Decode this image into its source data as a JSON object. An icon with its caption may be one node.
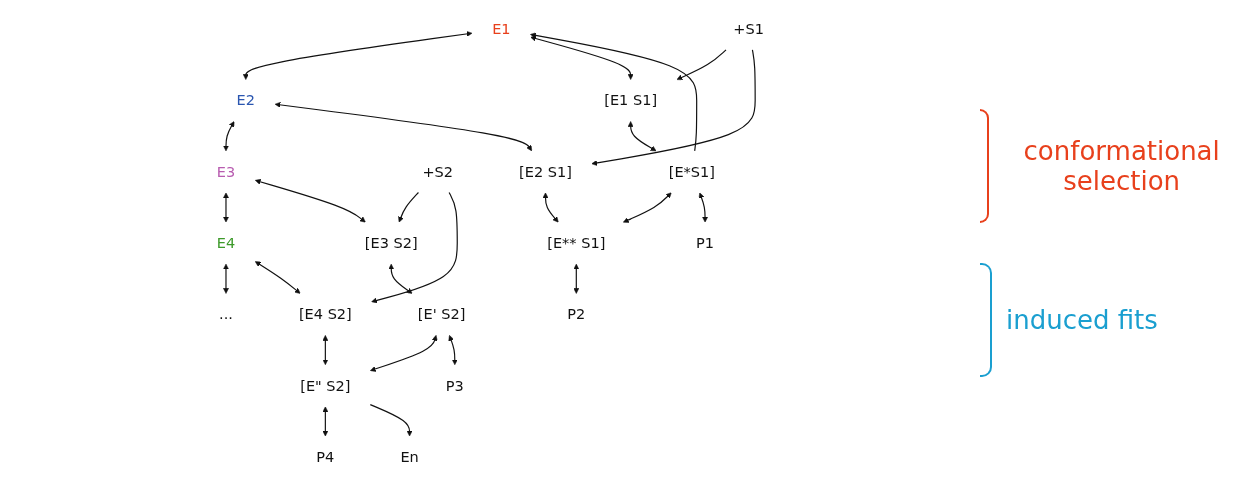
{
  "diagram": {
    "nodes": [
      {
        "text": [
          "E1"
        ]
      },
      {
        "text": [
          "E2"
        ]
      },
      {
        "text": [
          "E3"
        ]
      },
      {
        "text": [
          "E4"
        ]
      },
      {
        "text": [
          "..."
        ]
      },
      {
        "text": [
          "En"
        ]
      },
      {
        "text": [
          "+S1"
        ]
      },
      {
        "text": [
          "+S2"
        ]
      },
      {
        "text": [
          "[E1 S1]"
        ]
      },
      {
        "text": [
          "[E2 S1]"
        ]
      },
      {
        "text": [
          "[E3 S2]"
        ]
      },
      {
        "text": [
          "[E4 S2]"
        ]
      },
      {
        "text": [
          "[E*S1]"
        ]
      },
      {
        "text": [
          "[E** S1]"
        ]
      },
      {
        "text": [
          "[E' S2]"
        ]
      },
      {
        "text": [
          "[E\" S2]"
        ]
      },
      {
        "text": [
          "P1"
        ]
      },
      {
        "text": [
          "P2"
        ]
      },
      {
        "text": [
          "P3"
        ]
      },
      {
        "text": [
          "P4"
        ]
      }
    ],
    "edges": [
      {
        "from": 0,
        "to": 1,
        "arrow": "both"
      },
      {
        "from": 1,
        "to": 2,
        "arrow": "both"
      },
      {
        "from": 2,
        "to": 3,
        "arrow": "both"
      },
      {
        "from": 3,
        "to": 4,
        "arrow": "both"
      },
      {
        "from": 0,
        "to": 8,
        "arrow": "both"
      },
      {
        "from": 1,
        "to": 9,
        "arrow": "both"
      },
      {
        "from": 2,
        "to": 10,
        "arrow": "both"
      },
      {
        "from": 3,
        "to": 11,
        "arrow": "both"
      },
      {
        "from": 6,
        "to": 8,
        "arrow": "to"
      },
      {
        "from": 6,
        "to": 9,
        "arrow": "to"
      },
      {
        "from": 7,
        "to": 10,
        "arrow": "to"
      },
      {
        "from": 7,
        "to": 11,
        "arrow": "to"
      },
      {
        "from": 8,
        "to": 12,
        "arrow": "both"
      },
      {
        "from": 9,
        "to": 13,
        "arrow": "both"
      },
      {
        "from": 10,
        "to": 14,
        "arrow": "both"
      },
      {
        "from": 11,
        "to": 15,
        "arrow": "both"
      },
      {
        "from": 12,
        "to": 13,
        "arrow": "both"
      },
      {
        "from": 14,
        "to": 15,
        "arrow": "both"
      },
      {
        "from": 12,
        "to": 16,
        "arrow": "both"
      },
      {
        "from": 13,
        "to": 17,
        "arrow": "both"
      },
      {
        "from": 14,
        "to": 18,
        "arrow": "both"
      },
      {
        "from": 15,
        "to": 19,
        "arrow": "both"
      },
      {
        "from": 12,
        "to": 0,
        "arrow": "to"
      },
      {
        "from": 15,
        "to": 5,
        "arrow": "to"
      }
    ],
    "labels": [
      "conformational selection",
      "induced fits"
    ]
  }
}
